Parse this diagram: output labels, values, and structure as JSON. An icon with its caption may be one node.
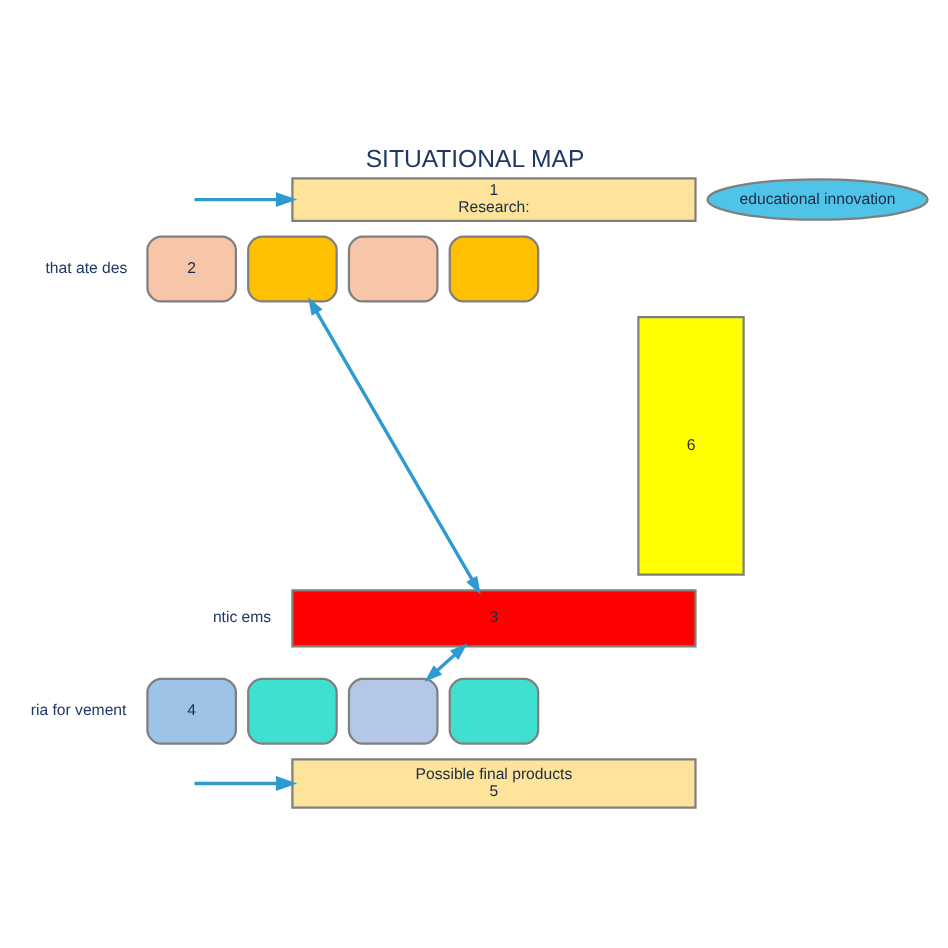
{
  "diagram": {
    "title": "SITUATIONAL MAP",
    "nodes": [
      {
        "text": [
          "1",
          "Research:"
        ]
      },
      {
        "text": [
          "2"
        ]
      },
      {
        "text": [],
        "shape": "box"
      },
      {
        "text": [],
        "shape": "box"
      },
      {
        "text": [],
        "shape": "box"
      },
      {
        "text": [
          "3"
        ]
      },
      {
        "text": [
          "4"
        ]
      },
      {
        "text": [],
        "shape": "box"
      },
      {
        "text": [],
        "shape": "box"
      },
      {
        "text": [],
        "shape": "box"
      },
      {
        "text": [
          "Possible final products",
          "5"
        ]
      },
      {
        "text": [
          "educational innovation"
        ]
      },
      {
        "text": [
          "6"
        ]
      }
    ],
    "edges": [
      {
        "from": null,
        "to": 0,
        "arrow": "to"
      },
      {
        "from": 2,
        "to": 5,
        "arrow": "both"
      },
      {
        "from": 5,
        "to": 8,
        "arrow": "both"
      },
      {
        "from": null,
        "to": 10,
        "arrow": "to"
      }
    ],
    "labels": [
      "that ate des",
      "ntic ems",
      "ria for vement"
    ]
  }
}
